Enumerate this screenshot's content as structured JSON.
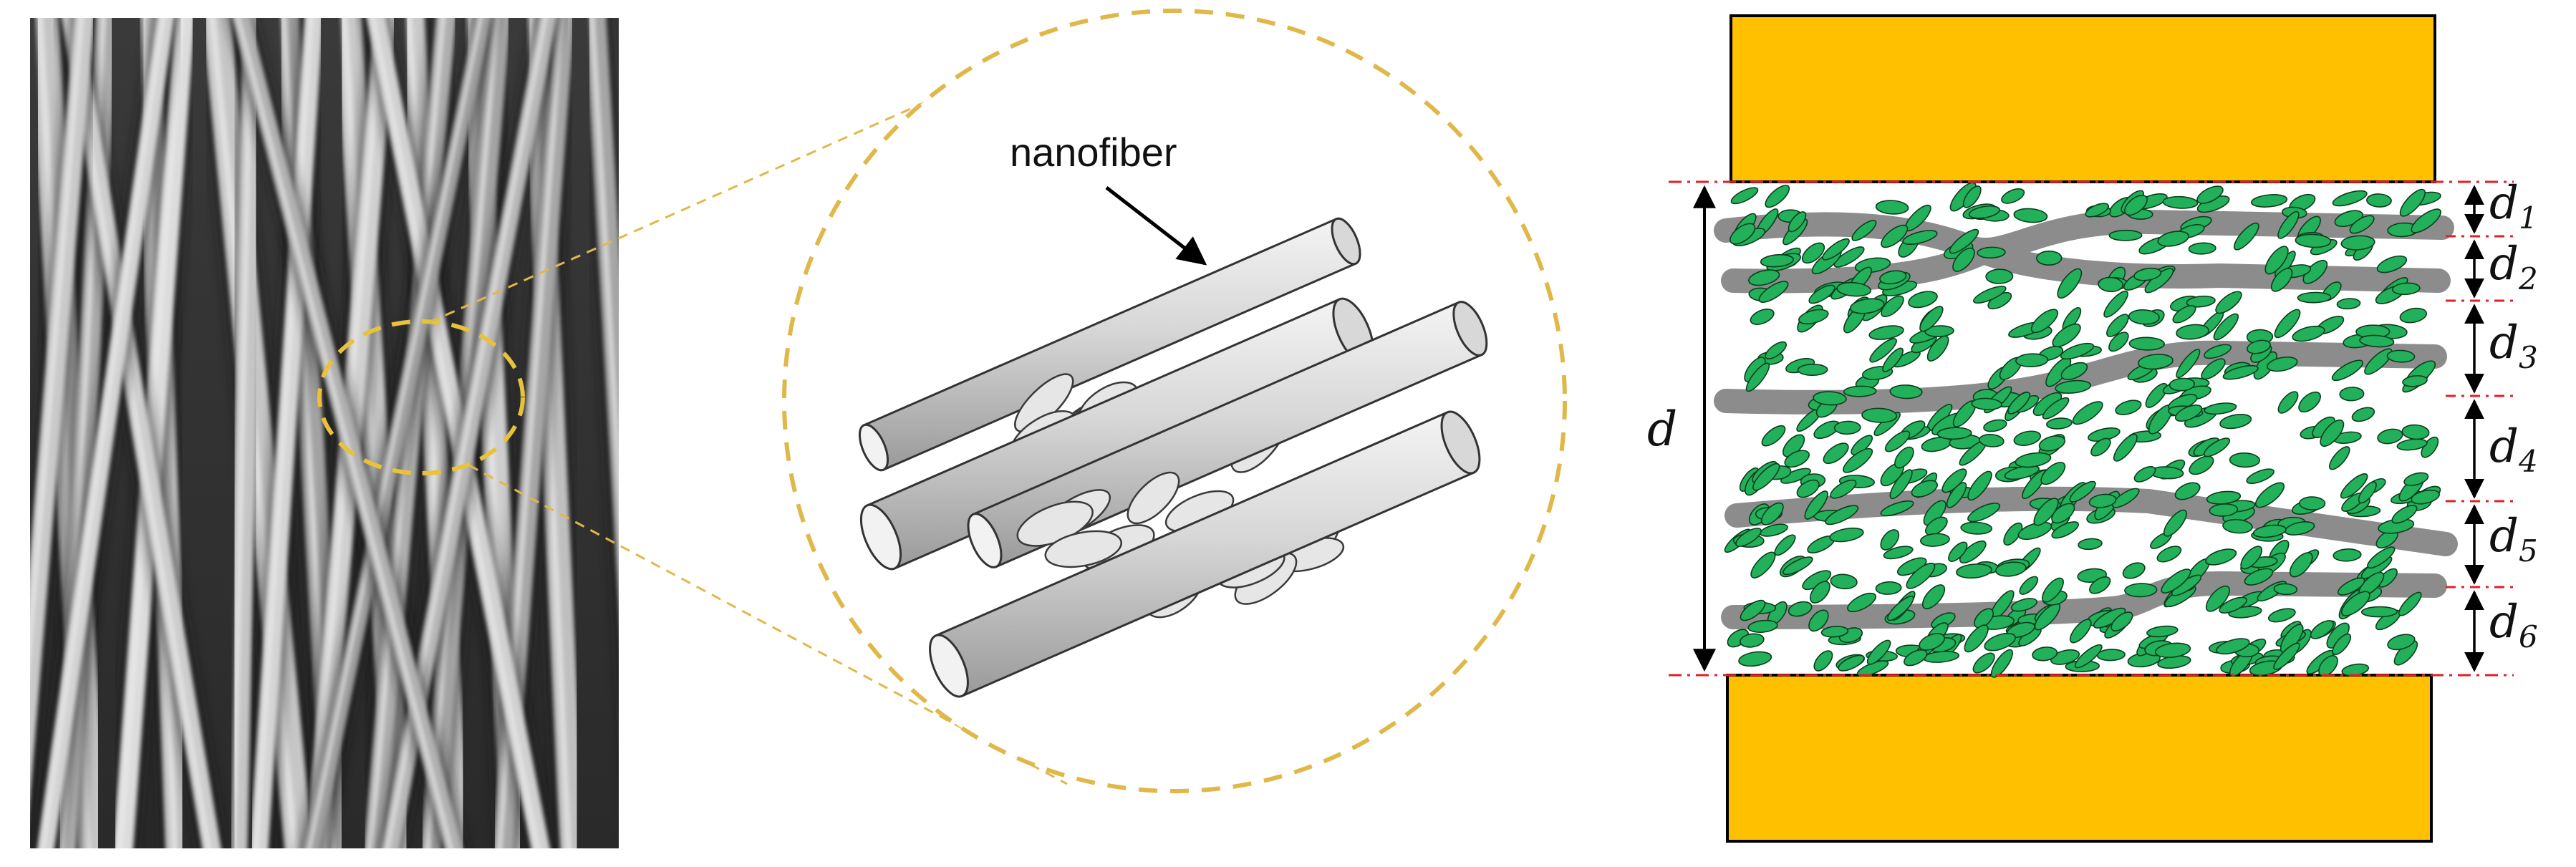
{
  "figure": {
    "middle_panel": {
      "label": "nanofiber"
    },
    "right_panel": {
      "total_gap_label": "d",
      "gap_labels": [
        "d1",
        "d2",
        "d3",
        "d4",
        "d5",
        "d6"
      ],
      "gap_subscripts": [
        "1",
        "2",
        "3",
        "4",
        "5",
        "6"
      ],
      "gap_base": "d"
    },
    "colors": {
      "electrode": "#FFC000",
      "fiber_gray": "#8C8C8C",
      "flake_green": "#22B05A",
      "dashed_circle": "#E0B84A",
      "boundary_red": "#E0202A"
    }
  }
}
